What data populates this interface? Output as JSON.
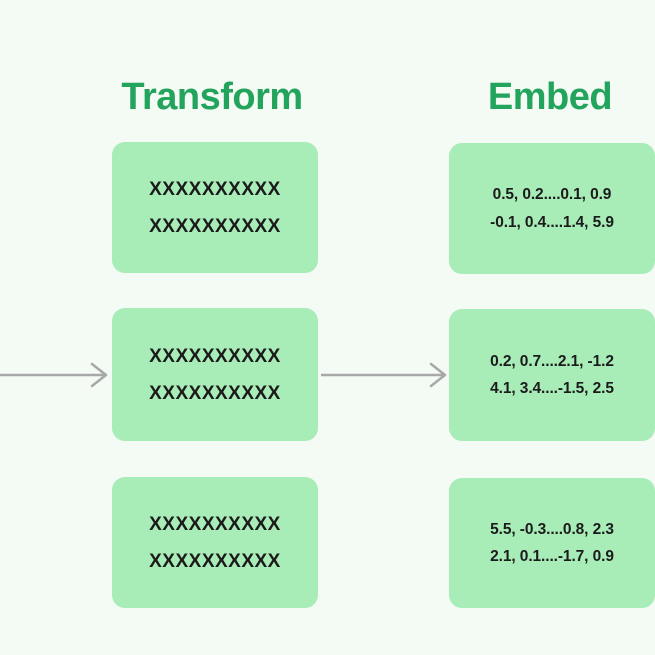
{
  "diagram": {
    "background_color": "#f4faf4",
    "box_color": "#a8edb8",
    "title_color": "#22a45d",
    "arrow_color": "#a8a8a8",
    "columns": [
      {
        "key": "transform",
        "title": "Transform",
        "cards": [
          {
            "lines": [
              "XXXXXXXXXX",
              "XXXXXXXXXX"
            ]
          },
          {
            "lines": [
              "XXXXXXXXXX",
              "XXXXXXXXXX"
            ]
          },
          {
            "lines": [
              "XXXXXXXXXX",
              "XXXXXXXXXX"
            ]
          }
        ]
      },
      {
        "key": "embed",
        "title": "Embed",
        "cards": [
          {
            "lines": [
              "0.5, 0.2....0.1, 0.9",
              "-0.1, 0.4....1.4, 5.9"
            ]
          },
          {
            "lines": [
              "0.2, 0.7....2.1, -1.2",
              "4.1, 3.4....-1.5, 2.5"
            ]
          },
          {
            "lines": [
              "5.5, -0.3....0.8, 2.3",
              "2.1, 0.1....-1.7, 0.9"
            ]
          }
        ]
      }
    ],
    "arrows": [
      {
        "name": "input-arrow"
      },
      {
        "name": "transform-to-embed-arrow"
      }
    ]
  }
}
